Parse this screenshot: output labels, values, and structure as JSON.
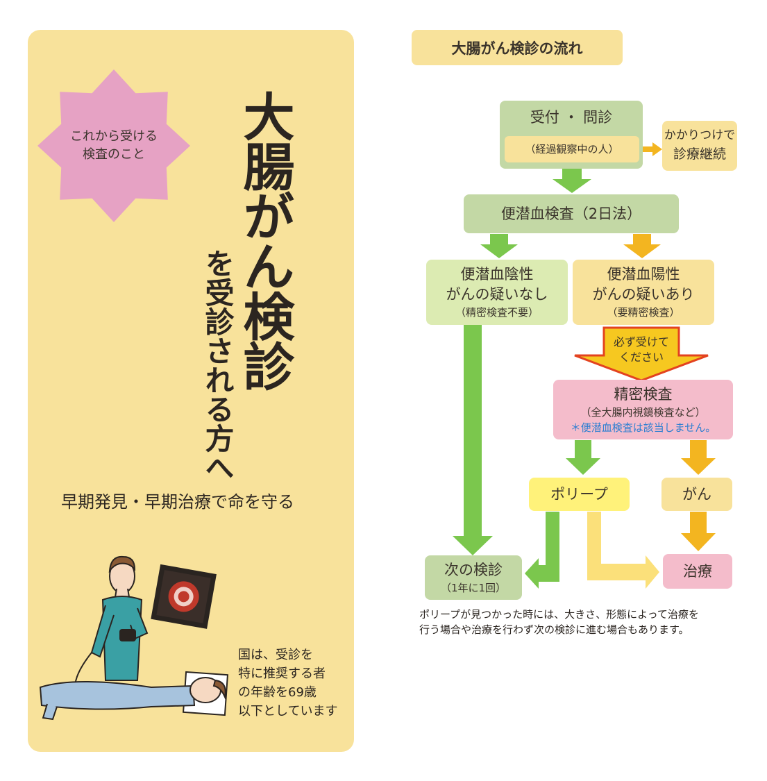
{
  "left_panel": {
    "badge_lines": [
      "これから受ける",
      "検査のこと"
    ],
    "title": "大腸がん検診",
    "subtitle": "を受診される方へ",
    "slogan": "早期発見・早期治療で命を守る",
    "note_lines": [
      "国は、受診を",
      "特に推奨する者",
      "の年齢を69歳",
      "以下としています"
    ]
  },
  "flow": {
    "title": "大腸がん検診の流れ",
    "reception": {
      "label": "受付 ・ 問診",
      "sub": "（経過観察中の人）"
    },
    "side_box": {
      "line1": "かかりつけで",
      "line2": "診療継続"
    },
    "fobt": {
      "label": "便潜血検査（2日法）"
    },
    "negative": {
      "line1": "便潜血陰性",
      "line2": "がんの疑いなし",
      "sub": "（精密検査不要）"
    },
    "positive": {
      "line1": "便潜血陽性",
      "line2": "がんの疑いあり",
      "sub": "（要精密検査）"
    },
    "warning": {
      "line1": "必ず受けて",
      "line2": "ください"
    },
    "detailed": {
      "label": "精密検査",
      "sub": "（全大腸内視鏡検査など）",
      "note": "＊便潜血検査は該当しません。"
    },
    "polyp": {
      "label": "ポリープ"
    },
    "cancer": {
      "label": "がん"
    },
    "next": {
      "label": "次の検診",
      "sub": "（1年に1回）"
    },
    "treatment": {
      "label": "治療"
    },
    "caption_lines": [
      "ポリープが見つかった時には、大きさ、形態によって治療を",
      "行う場合や治療を行わず次の検診に進む場合もあります。"
    ]
  },
  "colors": {
    "panel": "#f8e29b",
    "badge": "#e6a2c4",
    "green_arrow": "#7bc74d",
    "orange_arrow": "#f3b520",
    "light_yellow_arrow": "#fbe07a",
    "blue_note": "#2e7fd1"
  }
}
